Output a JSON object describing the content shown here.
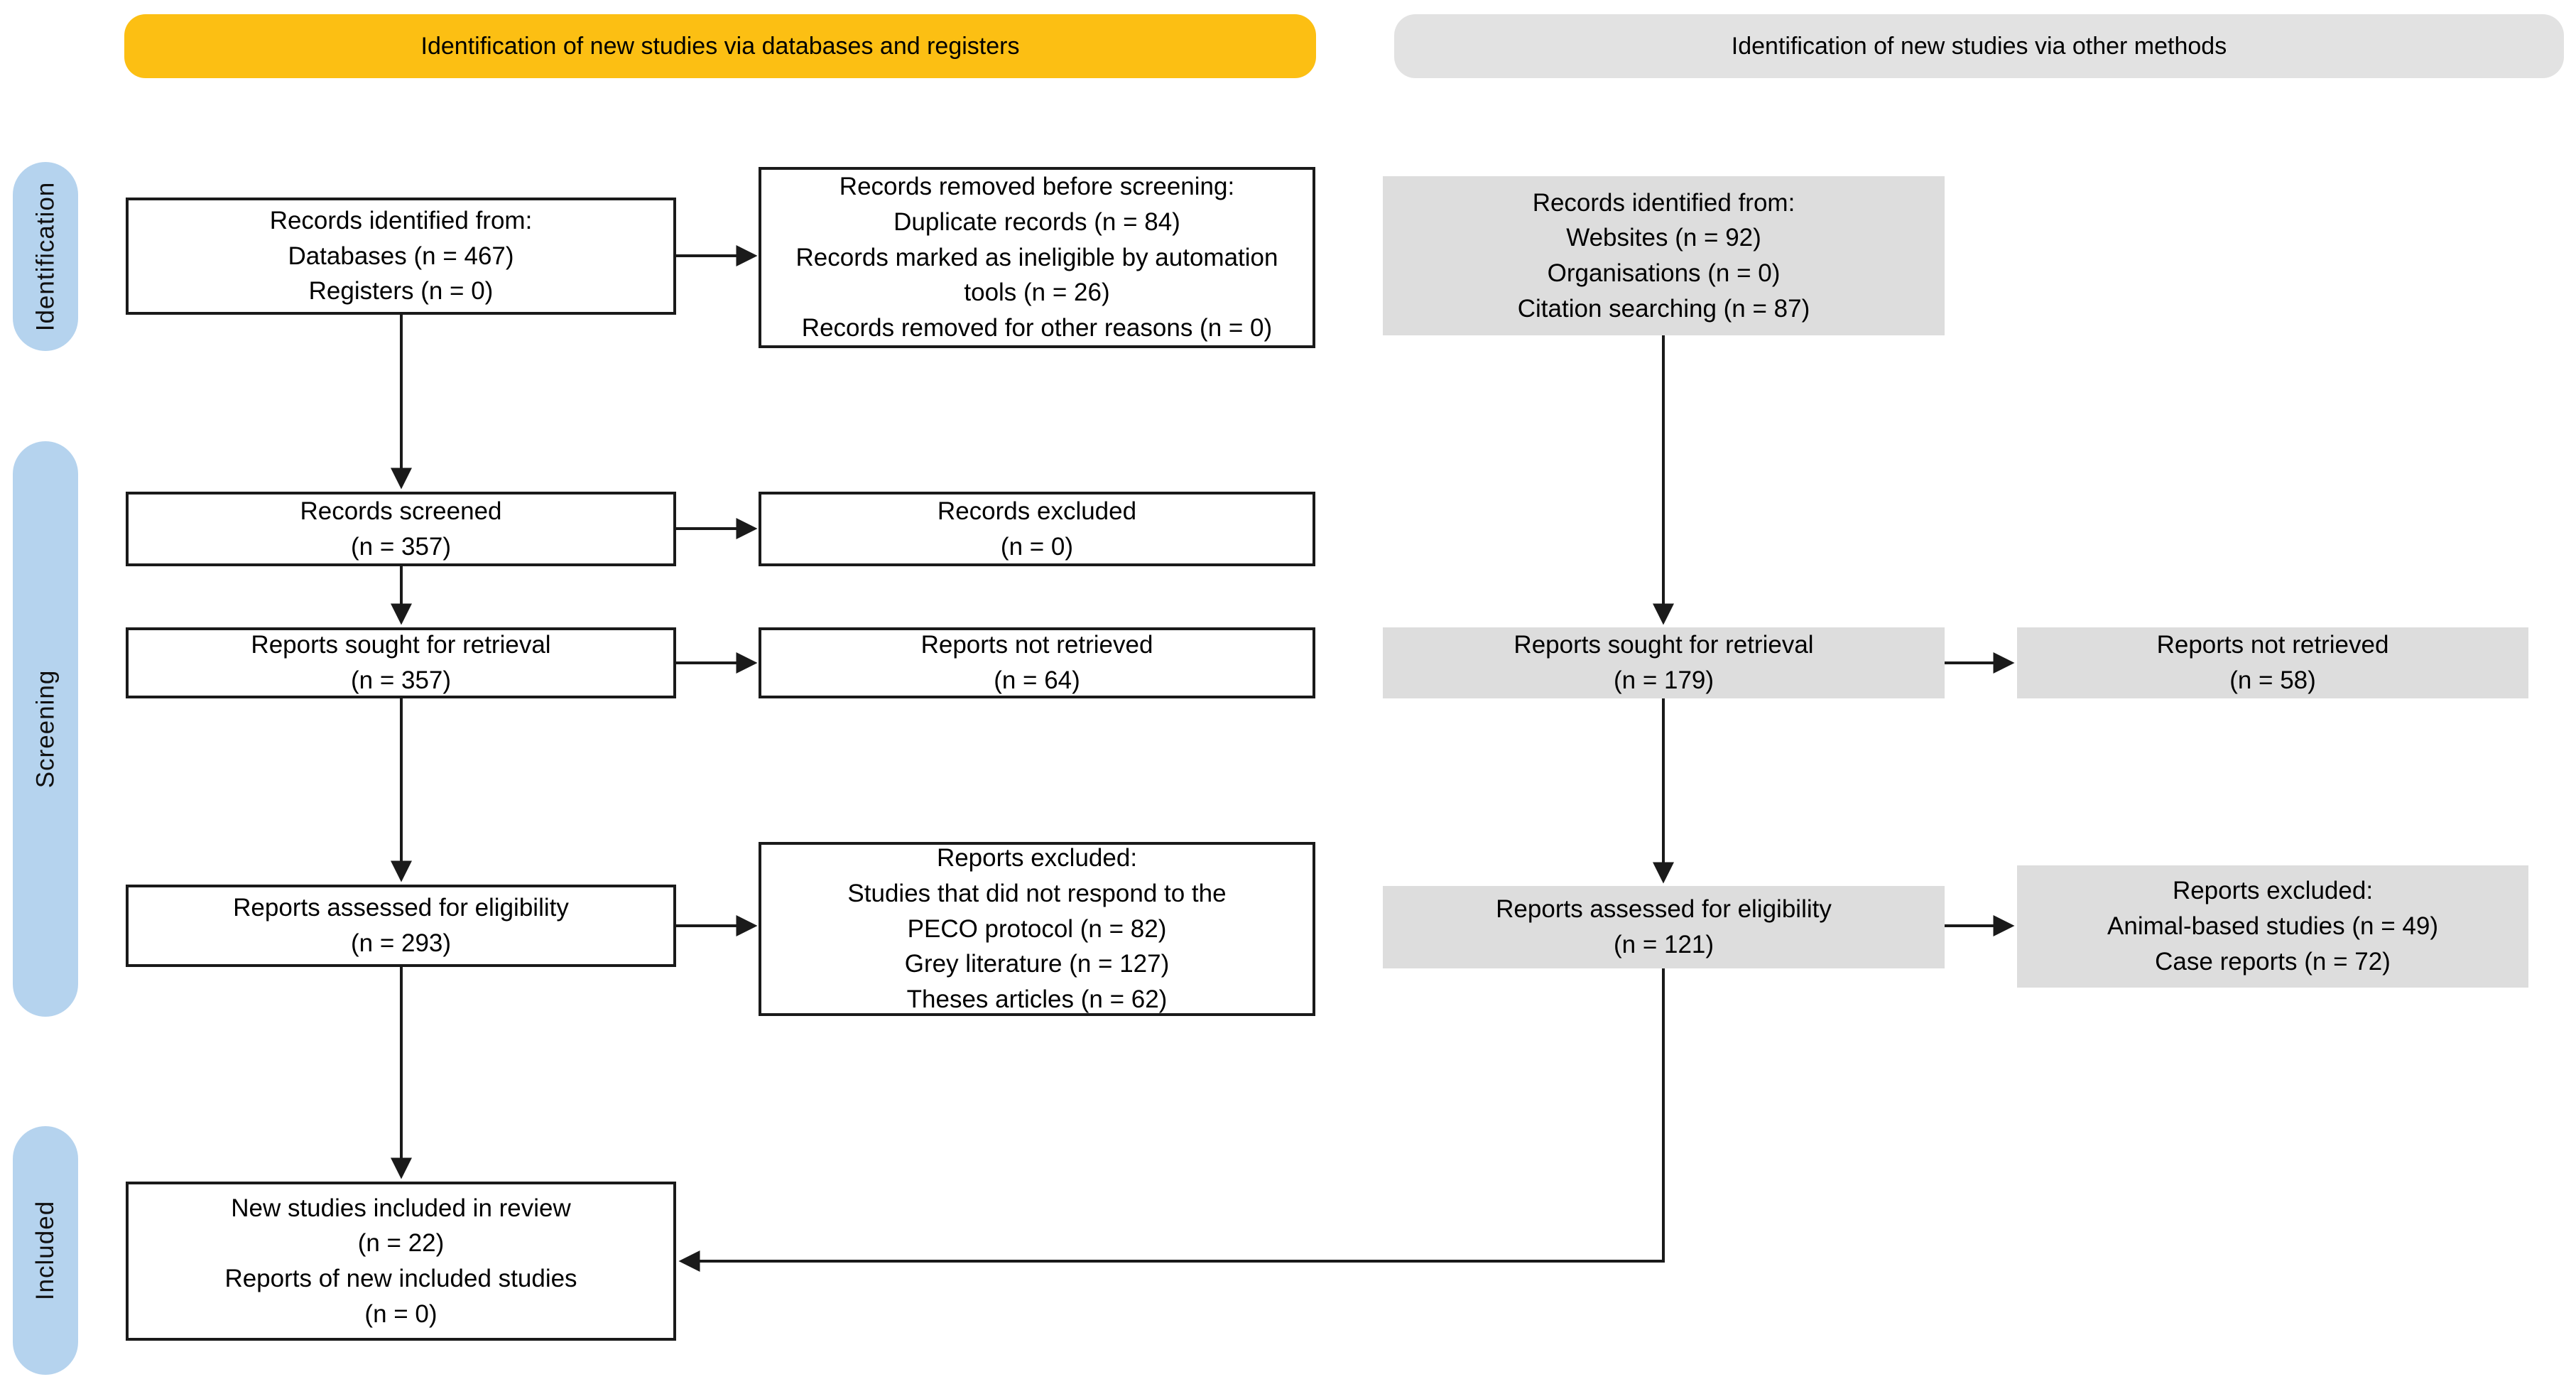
{
  "colors": {
    "banner_yellow": "#FCBF13",
    "banner_gray": "#E2E2E2",
    "box_gray": "#DDDDDD",
    "box_white": "#FFFFFF",
    "pill_blue": "#B5D3EE",
    "line": "#1A1A1A",
    "text": "#000000"
  },
  "banners": {
    "databases": "Identification of new studies via databases and registers",
    "other": "Identification of new studies via other methods"
  },
  "stages": {
    "identification": "Identification",
    "screening": "Screening",
    "included": "Included"
  },
  "boxes": {
    "records_identified_databases": {
      "lines": [
        "Records identified from:",
        "Databases (n = 467)",
        "Registers (n = 0)"
      ]
    },
    "records_removed_before_screening": {
      "lines": [
        "Records removed before screening:",
        "Duplicate records (n = 84)",
        "Records marked as ineligible by automation",
        "tools (n = 26)",
        "Records removed for other reasons (n = 0)"
      ]
    },
    "records_screened": {
      "lines": [
        "Records screened",
        "(n = 357)"
      ]
    },
    "records_excluded": {
      "lines": [
        "Records excluded",
        "(n = 0)"
      ]
    },
    "reports_sought_databases": {
      "lines": [
        "Reports sought for retrieval",
        "(n = 357)"
      ]
    },
    "reports_not_retrieved_databases": {
      "lines": [
        "Reports not retrieved",
        "(n = 64)"
      ]
    },
    "reports_assessed_databases": {
      "lines": [
        "Reports assessed for eligibility",
        "(n = 293)"
      ]
    },
    "reports_excluded_databases": {
      "lines": [
        "Reports excluded:",
        "Studies that did not respond to the",
        "PECO protocol (n = 82)",
        "Grey literature (n = 127)",
        "Theses articles (n = 62)"
      ]
    },
    "new_studies_included": {
      "lines": [
        "New studies included in review",
        "(n = 22)",
        "Reports of new included studies",
        "(n = 0)"
      ]
    },
    "records_identified_other": {
      "lines": [
        "Records identified from:",
        "Websites (n = 92)",
        "Organisations (n = 0)",
        "Citation searching (n = 87)"
      ]
    },
    "reports_sought_other": {
      "lines": [
        "Reports sought for retrieval",
        "(n = 179)"
      ]
    },
    "reports_not_retrieved_other": {
      "lines": [
        "Reports not retrieved",
        "(n = 58)"
      ]
    },
    "reports_assessed_other": {
      "lines": [
        "Reports assessed for eligibility",
        "(n = 121)"
      ]
    },
    "reports_excluded_other": {
      "lines": [
        "Reports excluded:",
        "Animal-based studies (n = 49)",
        "Case reports (n = 72)"
      ]
    }
  }
}
